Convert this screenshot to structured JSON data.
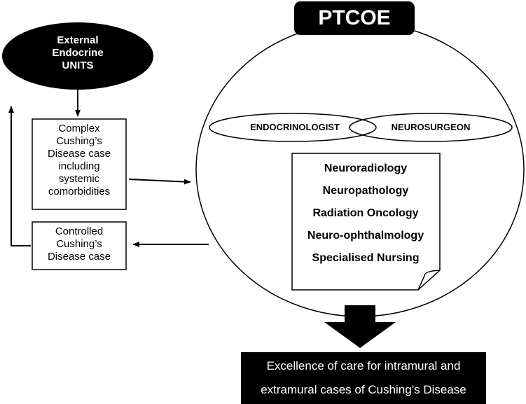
{
  "title": "PTCOE",
  "external_unit": {
    "line1": "External",
    "line2": "Endocrine",
    "line3": "UNITS"
  },
  "complex_case": {
    "lines": [
      "Complex",
      "Cushing’s",
      "Disease case",
      "including",
      "systemic",
      "comorbidities"
    ]
  },
  "controlled_case": {
    "lines": [
      "Controlled",
      "Cushing’s",
      "Disease case"
    ]
  },
  "team": {
    "endocrinologist": "ENDOCRINOLOGIST",
    "neurosurgeon": "NEUROSURGEON"
  },
  "disciplines": [
    "Neuroradiology",
    "Neuropathology",
    "Radiation Oncology",
    "Neuro-ophthalmology",
    "Specialised Nursing"
  ],
  "outcome": {
    "line1": "Excellence of care for intramural and",
    "line2": "extramural cases of Cushing’s Disease"
  },
  "colors": {
    "black": "#000000",
    "white": "#ffffff"
  }
}
